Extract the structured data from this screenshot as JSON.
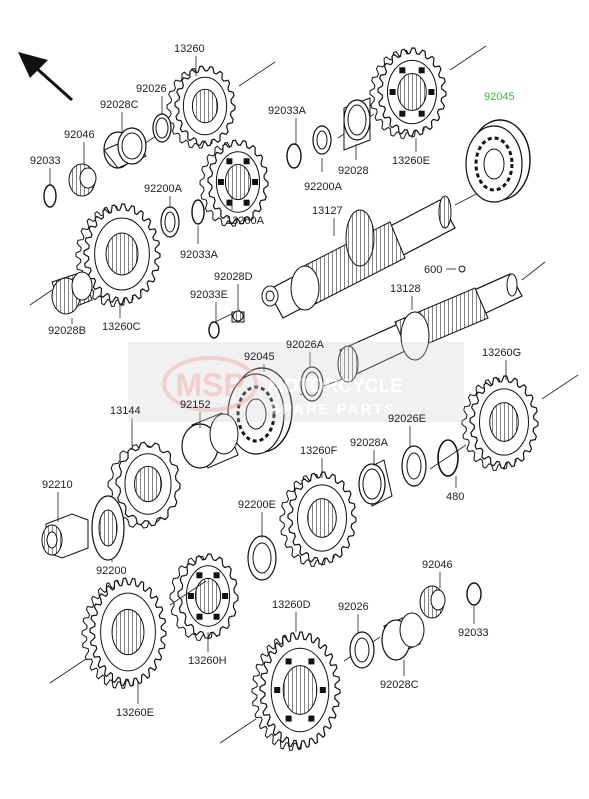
{
  "parts": {
    "p13260_top": "13260",
    "p92026_top": "92026",
    "p92028C_top": "92028C",
    "p92046_top": "92046",
    "p92033_top": "92033",
    "p92033A_top": "92033A",
    "p92200A_top": "92200A",
    "p92028": "92028",
    "p13260E_top": "13260E",
    "p92045_top": "92045",
    "p92200A_mid": "92200A",
    "p92033A_mid": "92033A",
    "p13260A": "13260A",
    "p13127": "13127",
    "p92028D": "92028D",
    "p92033E": "92033E",
    "p92028B": "92028B",
    "p13260C": "13260C",
    "p600": "600",
    "p13128": "13128",
    "p92045_mid": "92045",
    "p92026A": "92026A",
    "p13260G": "13260G",
    "p13144": "13144",
    "p92152": "92152",
    "p92026E": "92026E",
    "p92028A": "92028A",
    "p13260F": "13260F",
    "p480": "480",
    "p92210": "92210",
    "p92200E": "92200E",
    "p92200": "92200",
    "p92046_bot": "92046",
    "p13260D": "13260D",
    "p92026_bot": "92026",
    "p92033_bot": "92033",
    "p13260H": "13260H",
    "p92028C_bot": "92028C",
    "p13260E_bot": "13260E"
  },
  "watermark": {
    "logo": "MSP",
    "line1": "MOTORCYCLE",
    "line2": "SPARE PARTS"
  },
  "colors": {
    "highlight": "#3cb53c",
    "line": "#222222",
    "watermark": "#e8a9a0"
  }
}
